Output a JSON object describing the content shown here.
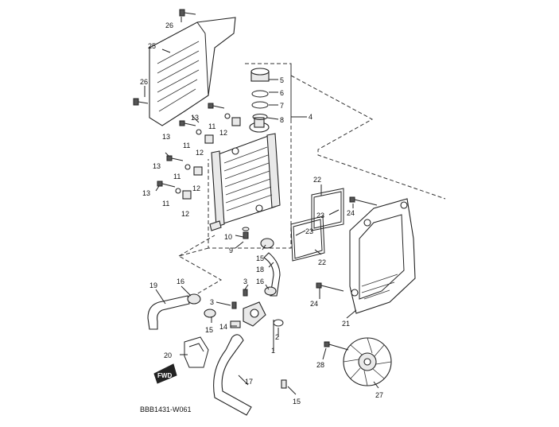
{
  "diagram": {
    "code": "BBB1431-W061",
    "fwd_label": "FWD",
    "callouts": {
      "c1": "1",
      "c2": "2",
      "c3a": "3",
      "c3b": "3",
      "c4": "4",
      "c5": "5",
      "c6": "6",
      "c7": "7",
      "c8": "8",
      "c9": "9",
      "c10": "10",
      "c11a": "11",
      "c11b": "11",
      "c11c": "11",
      "c11d": "11",
      "c12a": "12",
      "c12b": "12",
      "c12c": "12",
      "c12d": "12",
      "c13a": "13",
      "c13b": "13",
      "c13c": "13",
      "c13d": "13",
      "c14": "14",
      "c15a": "15",
      "c15b": "15",
      "c15c": "15",
      "c16a": "16",
      "c16b": "16",
      "c17": "17",
      "c18": "18",
      "c19": "19",
      "c20": "20",
      "c21": "21",
      "c22a": "22",
      "c22b": "22",
      "c23a": "23",
      "c23b": "23",
      "c24a": "24",
      "c24b": "24",
      "c25": "25",
      "c26a": "26",
      "c26b": "26",
      "c27": "27",
      "c28": "28"
    }
  }
}
